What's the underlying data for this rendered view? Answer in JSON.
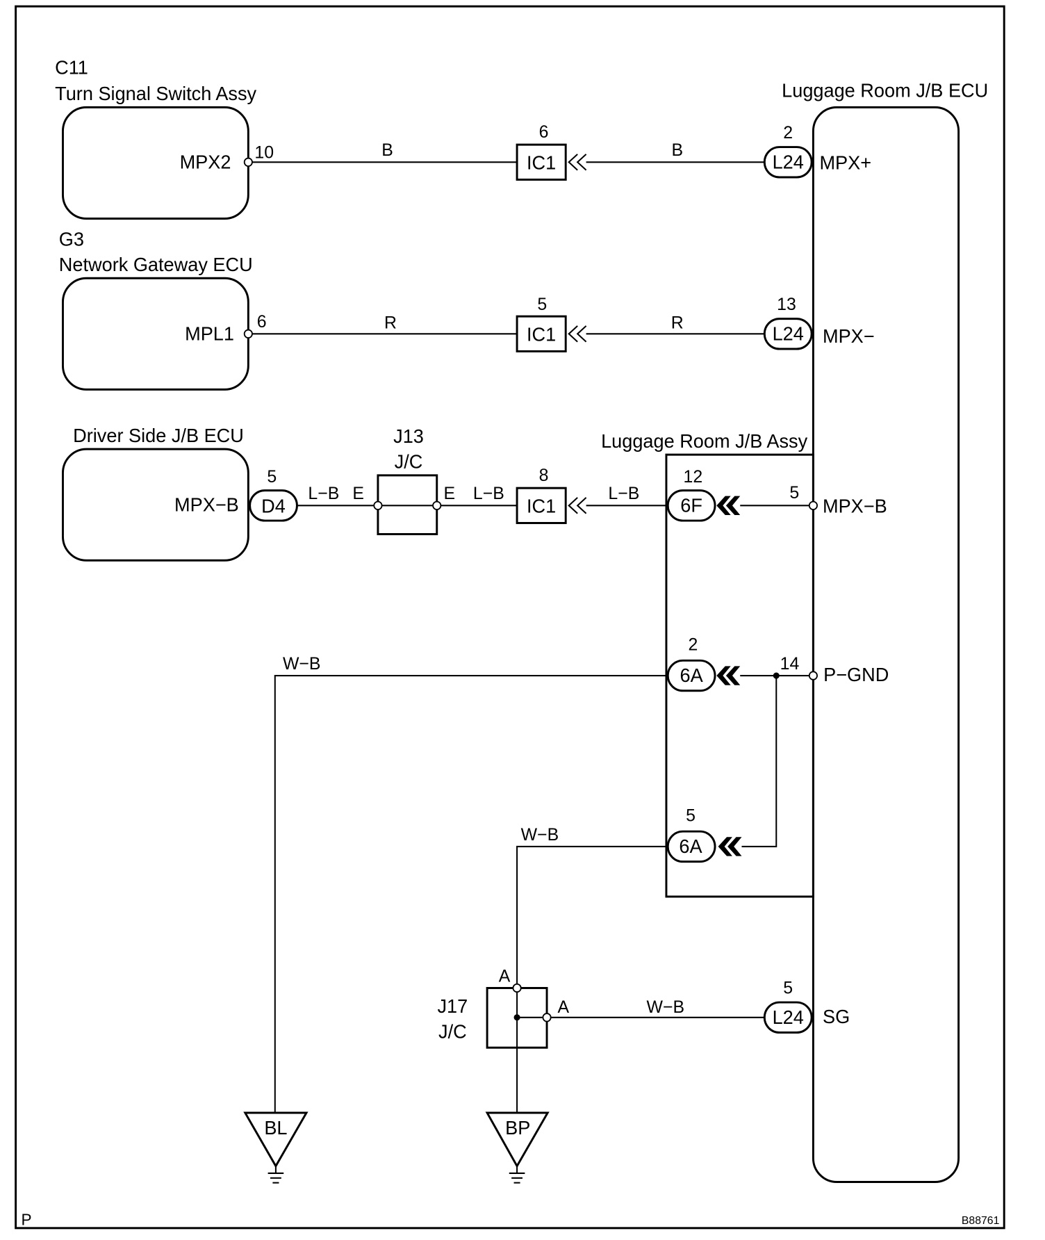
{
  "colors": {
    "line": "#000000",
    "background": "#ffffff"
  },
  "turn_signal_switch": {
    "code": "C11",
    "name": "Turn Signal Switch Assy",
    "terminal": "MPX2",
    "pin": "10"
  },
  "network_gateway": {
    "code": "G3",
    "name": "Network Gateway ECU",
    "terminal": "MPL1",
    "pin": "6"
  },
  "driver_side_jb": {
    "name": "Driver Side J/B ECU",
    "terminal": "MPX−B",
    "connector": "D4",
    "pin": "5"
  },
  "j13": {
    "code": "J13",
    "type": "J/C",
    "terminal_left": "E",
    "terminal_right": "E"
  },
  "j17": {
    "code": "J17",
    "type": "J/C",
    "terminal_top": "A",
    "terminal_right": "A"
  },
  "luggage_jb_ecu": {
    "name": "Luggage Room J/B ECU",
    "terminal_mpx_plus": "MPX+",
    "terminal_mpx_minus": "MPX−",
    "terminal_mpx_b": "MPX−B",
    "terminal_p_gnd": "P−GND",
    "terminal_sg": "SG",
    "pin_mpx_b": "5",
    "pin_p_gnd": "14"
  },
  "luggage_jb_assy": {
    "name": "Luggage Room J/B Assy"
  },
  "connectors": {
    "ic1_mpx_plus": {
      "label": "IC1",
      "pin": "6"
    },
    "ic1_mpx_minus": {
      "label": "IC1",
      "pin": "5"
    },
    "ic1_mpx_b": {
      "label": "IC1",
      "pin": "8"
    },
    "l24_mpx_plus": {
      "label": "L24",
      "pin": "2"
    },
    "l24_mpx_minus": {
      "label": "L24",
      "pin": "13"
    },
    "l24_sg": {
      "label": "L24",
      "pin": "5"
    },
    "c6f_mpx_b": {
      "label": "6F",
      "pin": "12"
    },
    "c6a_upper": {
      "label": "6A",
      "pin": "2"
    },
    "c6a_lower": {
      "label": "6A",
      "pin": "5"
    }
  },
  "wires": {
    "mpx2_to_ic1": "B",
    "ic1_to_mpx_plus": "B",
    "mpl1_to_ic1": "R",
    "ic1_to_mpx_minus": "R",
    "d4_to_j13": "L−B",
    "j13_to_ic1": "L−B",
    "ic1_to_6f": "L−B",
    "c6a_to_bl": "W−B",
    "c6a_to_j17": "W−B",
    "j17_to_sg": "W−B"
  },
  "grounds": {
    "bl": "BL",
    "bp": "BP"
  },
  "footer": {
    "section": "P",
    "figure_id": "B88761"
  }
}
